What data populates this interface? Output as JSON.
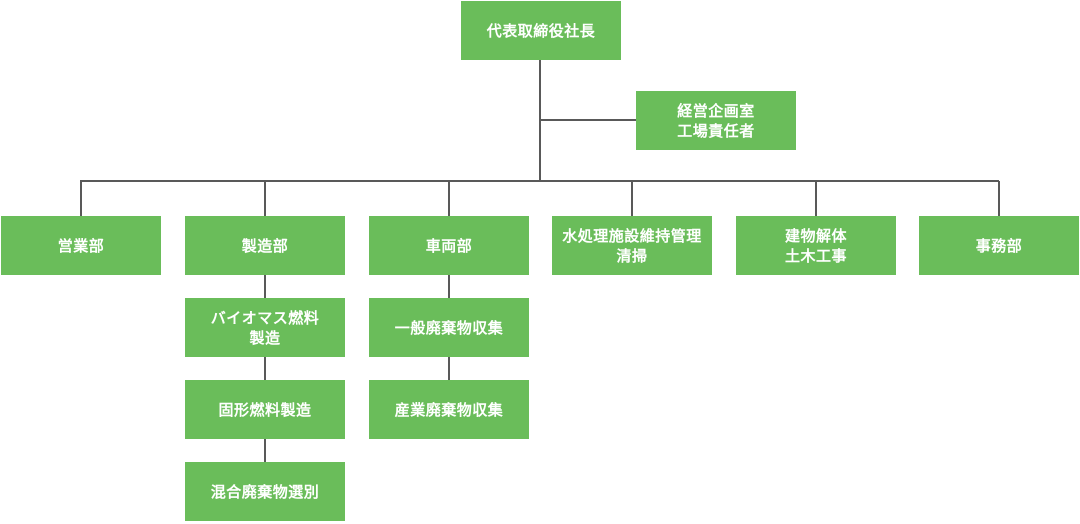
{
  "ceo": "代表取締役社長",
  "staff": {
    "line1": "経営企画室",
    "line2": "工場責任者"
  },
  "departments": {
    "sales": "営業部",
    "manufacturing": "製造部",
    "vehicle": "車両部",
    "water": {
      "line1": "水処理施設維持管理",
      "line2": "清掃"
    },
    "demolition": {
      "line1": "建物解体",
      "line2": "土木工事"
    },
    "office": "事務部"
  },
  "manufacturing_units": {
    "biomass": {
      "line1": "バイオマス燃料",
      "line2": "製造"
    },
    "solid_fuel": "固形燃料製造",
    "mixed_waste": "混合廃棄物選別"
  },
  "vehicle_units": {
    "general_waste": "一般廃棄物収集",
    "industrial_waste": "産業廃棄物収集"
  },
  "colors": {
    "box": "#6abd5a",
    "line": "#595959",
    "text": "#ffffff"
  }
}
